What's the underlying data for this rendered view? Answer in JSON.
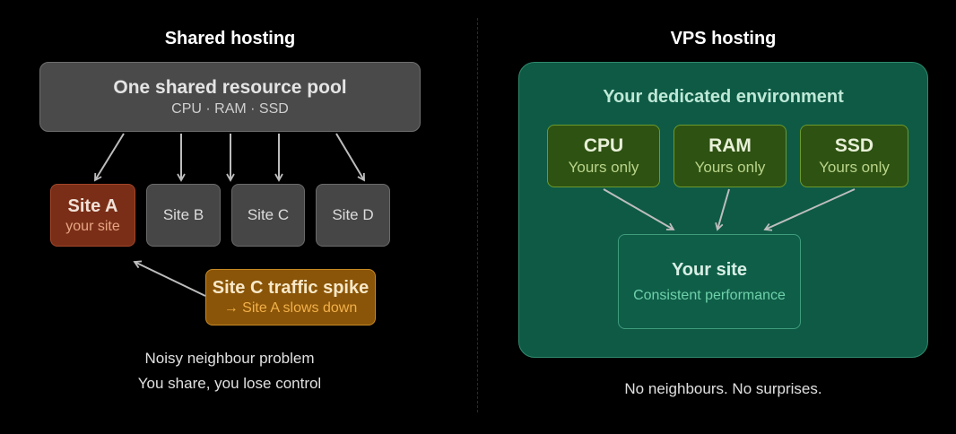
{
  "shared": {
    "title": "Shared hosting",
    "pool": {
      "title": "One shared resource pool",
      "subtitle": "CPU · RAM · SSD"
    },
    "sites": [
      {
        "label": "Site A",
        "sublabel": "your site"
      },
      {
        "label": "Site B"
      },
      {
        "label": "Site C"
      },
      {
        "label": "Site D"
      }
    ],
    "spike": {
      "title": "Site C traffic spike",
      "subtitle": "→ Site A slows down"
    },
    "caption": {
      "line1": "Noisy neighbour problem",
      "line2": "You share, you lose control"
    }
  },
  "vps": {
    "title": "VPS hosting",
    "environment": "Your dedicated environment",
    "resources": [
      {
        "label": "CPU",
        "sublabel": "Yours only"
      },
      {
        "label": "RAM",
        "sublabel": "Yours only"
      },
      {
        "label": "SSD",
        "sublabel": "Yours only"
      }
    ],
    "site": {
      "title": "Your site",
      "subtitle": "Consistent performance"
    },
    "caption": "No neighbours. No surprises."
  },
  "colors": {
    "background": "#000000",
    "shared_box": "#4a4a4a",
    "site_a": "#7a2e17",
    "spike": "#8a5508",
    "vps_env": "#0e5a45",
    "resource": "#2e5212",
    "arrow": "#bdbdbd"
  }
}
